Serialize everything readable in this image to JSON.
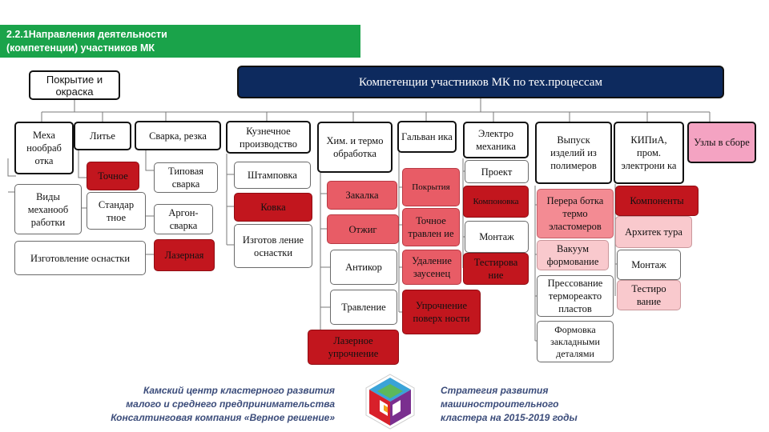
{
  "header": {
    "line1": "2.2.1Направления деятельности",
    "line2": "(компетенции) участников МК"
  },
  "top": {
    "coating": "Покрытие и окраска",
    "main": "Компетенции участников МК по тех.процессам"
  },
  "categories": {
    "mech": "Меха нообраб отка",
    "cast": "Литье",
    "weld": "Сварка, резка",
    "forge": "Кузнечное производство",
    "chem": "Хим. и термо обработка",
    "galv": "Гальван ика",
    "elmech": "Электро механика",
    "poly": "Выпуск изделий из полимеров",
    "kip": "КИПиА, пром. электрони ка",
    "assy": "Узлы в сборе"
  },
  "items": {
    "mech_types": "Виды механооб работки",
    "tooling": "Изготовление оснастки",
    "cast_precise": "Точное",
    "cast_standard": "Стандар тное",
    "weld_typical": "Типовая сварка",
    "weld_argon": "Аргон-сварка",
    "weld_laser": "Лазерная",
    "forge_stamp": "Штамповка",
    "forge_forging": "Ковка",
    "forge_tooling": "Изготов ление оснастки",
    "chem_quench": "Закалка",
    "chem_anneal": "Отжиг",
    "chem_anticor": "Антикор",
    "chem_etch": "Травление",
    "chem_laser": "Лазерное упрочнение",
    "galv_coat": "Покрытия",
    "galv_etch": "Точное травлен ие",
    "galv_deburr": "Удаление заусенец",
    "galv_harden": "Упрочнение поверх ности",
    "el_project": "Проект",
    "el_layout": "Компоновка",
    "el_mount": "Монтаж",
    "el_test": "Тестирова ние",
    "poly_elast": "Перера ботка термо эластомеров",
    "poly_vacuum": "Вакуум формование",
    "poly_press": "Прессование термореакто пластов",
    "poly_mold": "Формовка закладными деталями",
    "kip_comp": "Компоненты",
    "kip_arch": "Архитек тура",
    "kip_mount": "Монтаж",
    "kip_test": "Тестиро вание"
  },
  "footer": {
    "left": [
      "Камский центр кластерного развития",
      "малого и среднего предпринимательства",
      "Консалтинговая компания «Верное решение»"
    ],
    "right": [
      "Стратегия развития",
      "машиностроительного",
      "кластера на 2015-2019  годы"
    ]
  },
  "colors": {
    "header_green": "#1aa34a",
    "navy": "#0d2a5e",
    "dark_red": "#c2161e",
    "red": "#e85c66",
    "light_red": "#f38b93",
    "pink": "#f9c9cd",
    "magenta": "#f4a3c2"
  },
  "logo_icon": "cluster-hexagon-logo"
}
